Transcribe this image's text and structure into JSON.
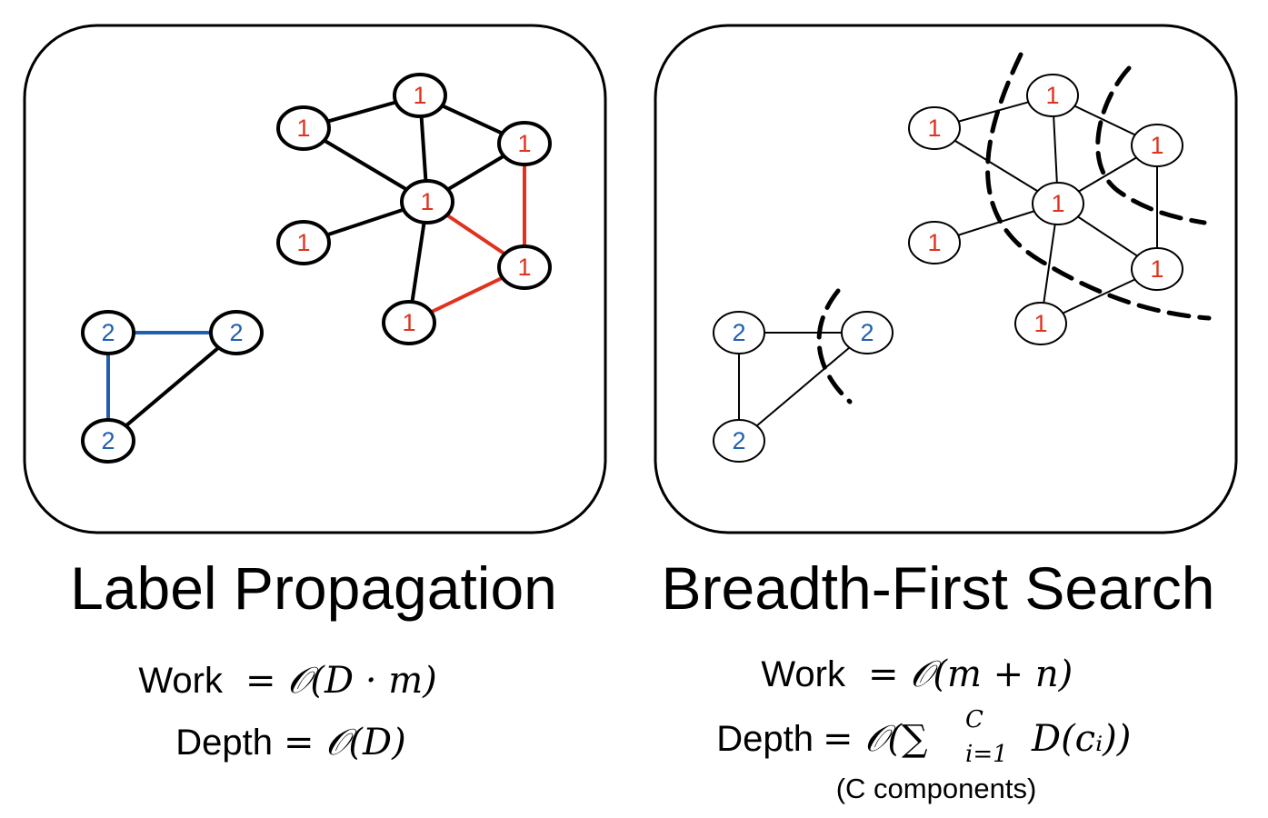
{
  "panels": {
    "left": {
      "title": "Label Propagation",
      "work_label": "Work",
      "work_formula": "= 𝒪(D · m)",
      "depth_label": "Depth",
      "depth_formula": "= 𝒪(D)"
    },
    "right": {
      "title": "Breadth-First Search",
      "work_label": "Work",
      "work_formula": "= 𝒪(m + n)",
      "depth_label": "Depth",
      "depth_formula_prefix": "= 𝒪(∑",
      "depth_sup": "C",
      "depth_sub": "i=1",
      "depth_formula_suffix": "D(cᵢ))",
      "note": "(C components)"
    }
  },
  "node_labels": {
    "component_1": "1",
    "component_2": "2"
  },
  "colors": {
    "component_1": "#e0321e",
    "component_2": "#1f5fb0",
    "edge": "#000000"
  }
}
